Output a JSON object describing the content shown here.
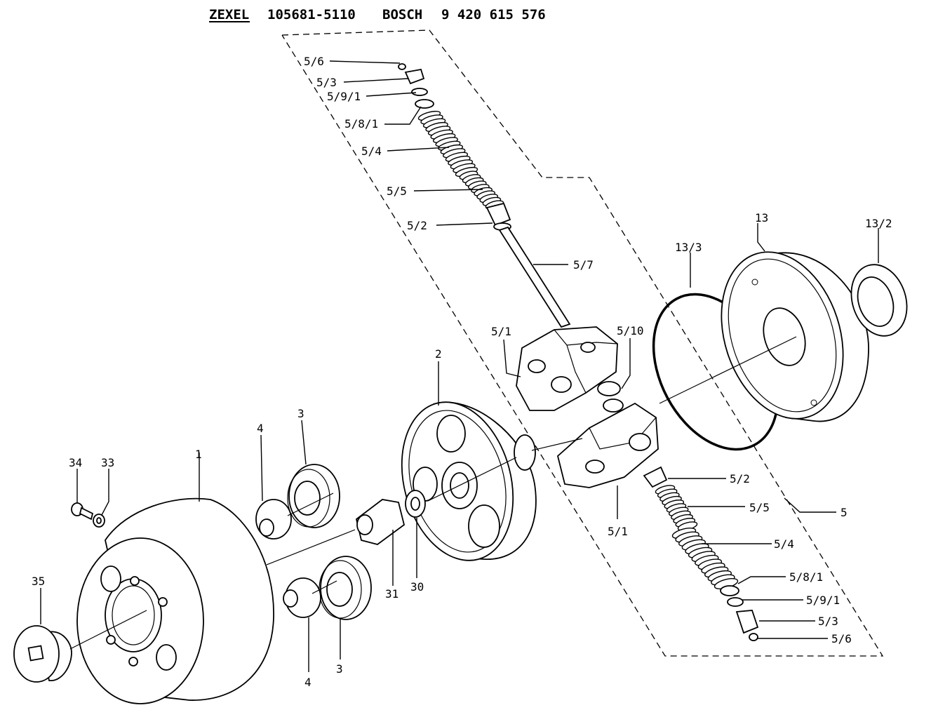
{
  "header": {
    "brand1": "ZEXEL",
    "part_no1": "105681-5110",
    "brand2": "BOSCH",
    "part_no2": "9 420 615 576"
  },
  "labels": {
    "top_5_6": "5/6",
    "top_5_3": "5/3",
    "top_5_9_1": "5/9/1",
    "top_5_8_1": "5/8/1",
    "top_5_4": "5/4",
    "top_5_5": "5/5",
    "top_5_2": "5/2",
    "l_5_7": "5/7",
    "l_13": "13",
    "l_13_2": "13/2",
    "l_13_3": "13/3",
    "top_5_1": "5/1",
    "l_5_10": "5/10",
    "l_2": "2",
    "l_3_top": "3",
    "l_4_top": "4",
    "l_34": "34",
    "l_33": "33",
    "l_1": "1",
    "l_35": "35",
    "l_4_bot": "4",
    "l_3_bot": "3",
    "l_31": "31",
    "l_30": "30",
    "bot_5_1": "5/1",
    "bot_5_2": "5/2",
    "bot_5_5": "5/5",
    "l_5": "5",
    "bot_5_4": "5/4",
    "bot_5_8_1": "5/8/1",
    "bot_5_9_1": "5/9/1",
    "bot_5_3": "5/3",
    "bot_5_6": "5/6"
  }
}
